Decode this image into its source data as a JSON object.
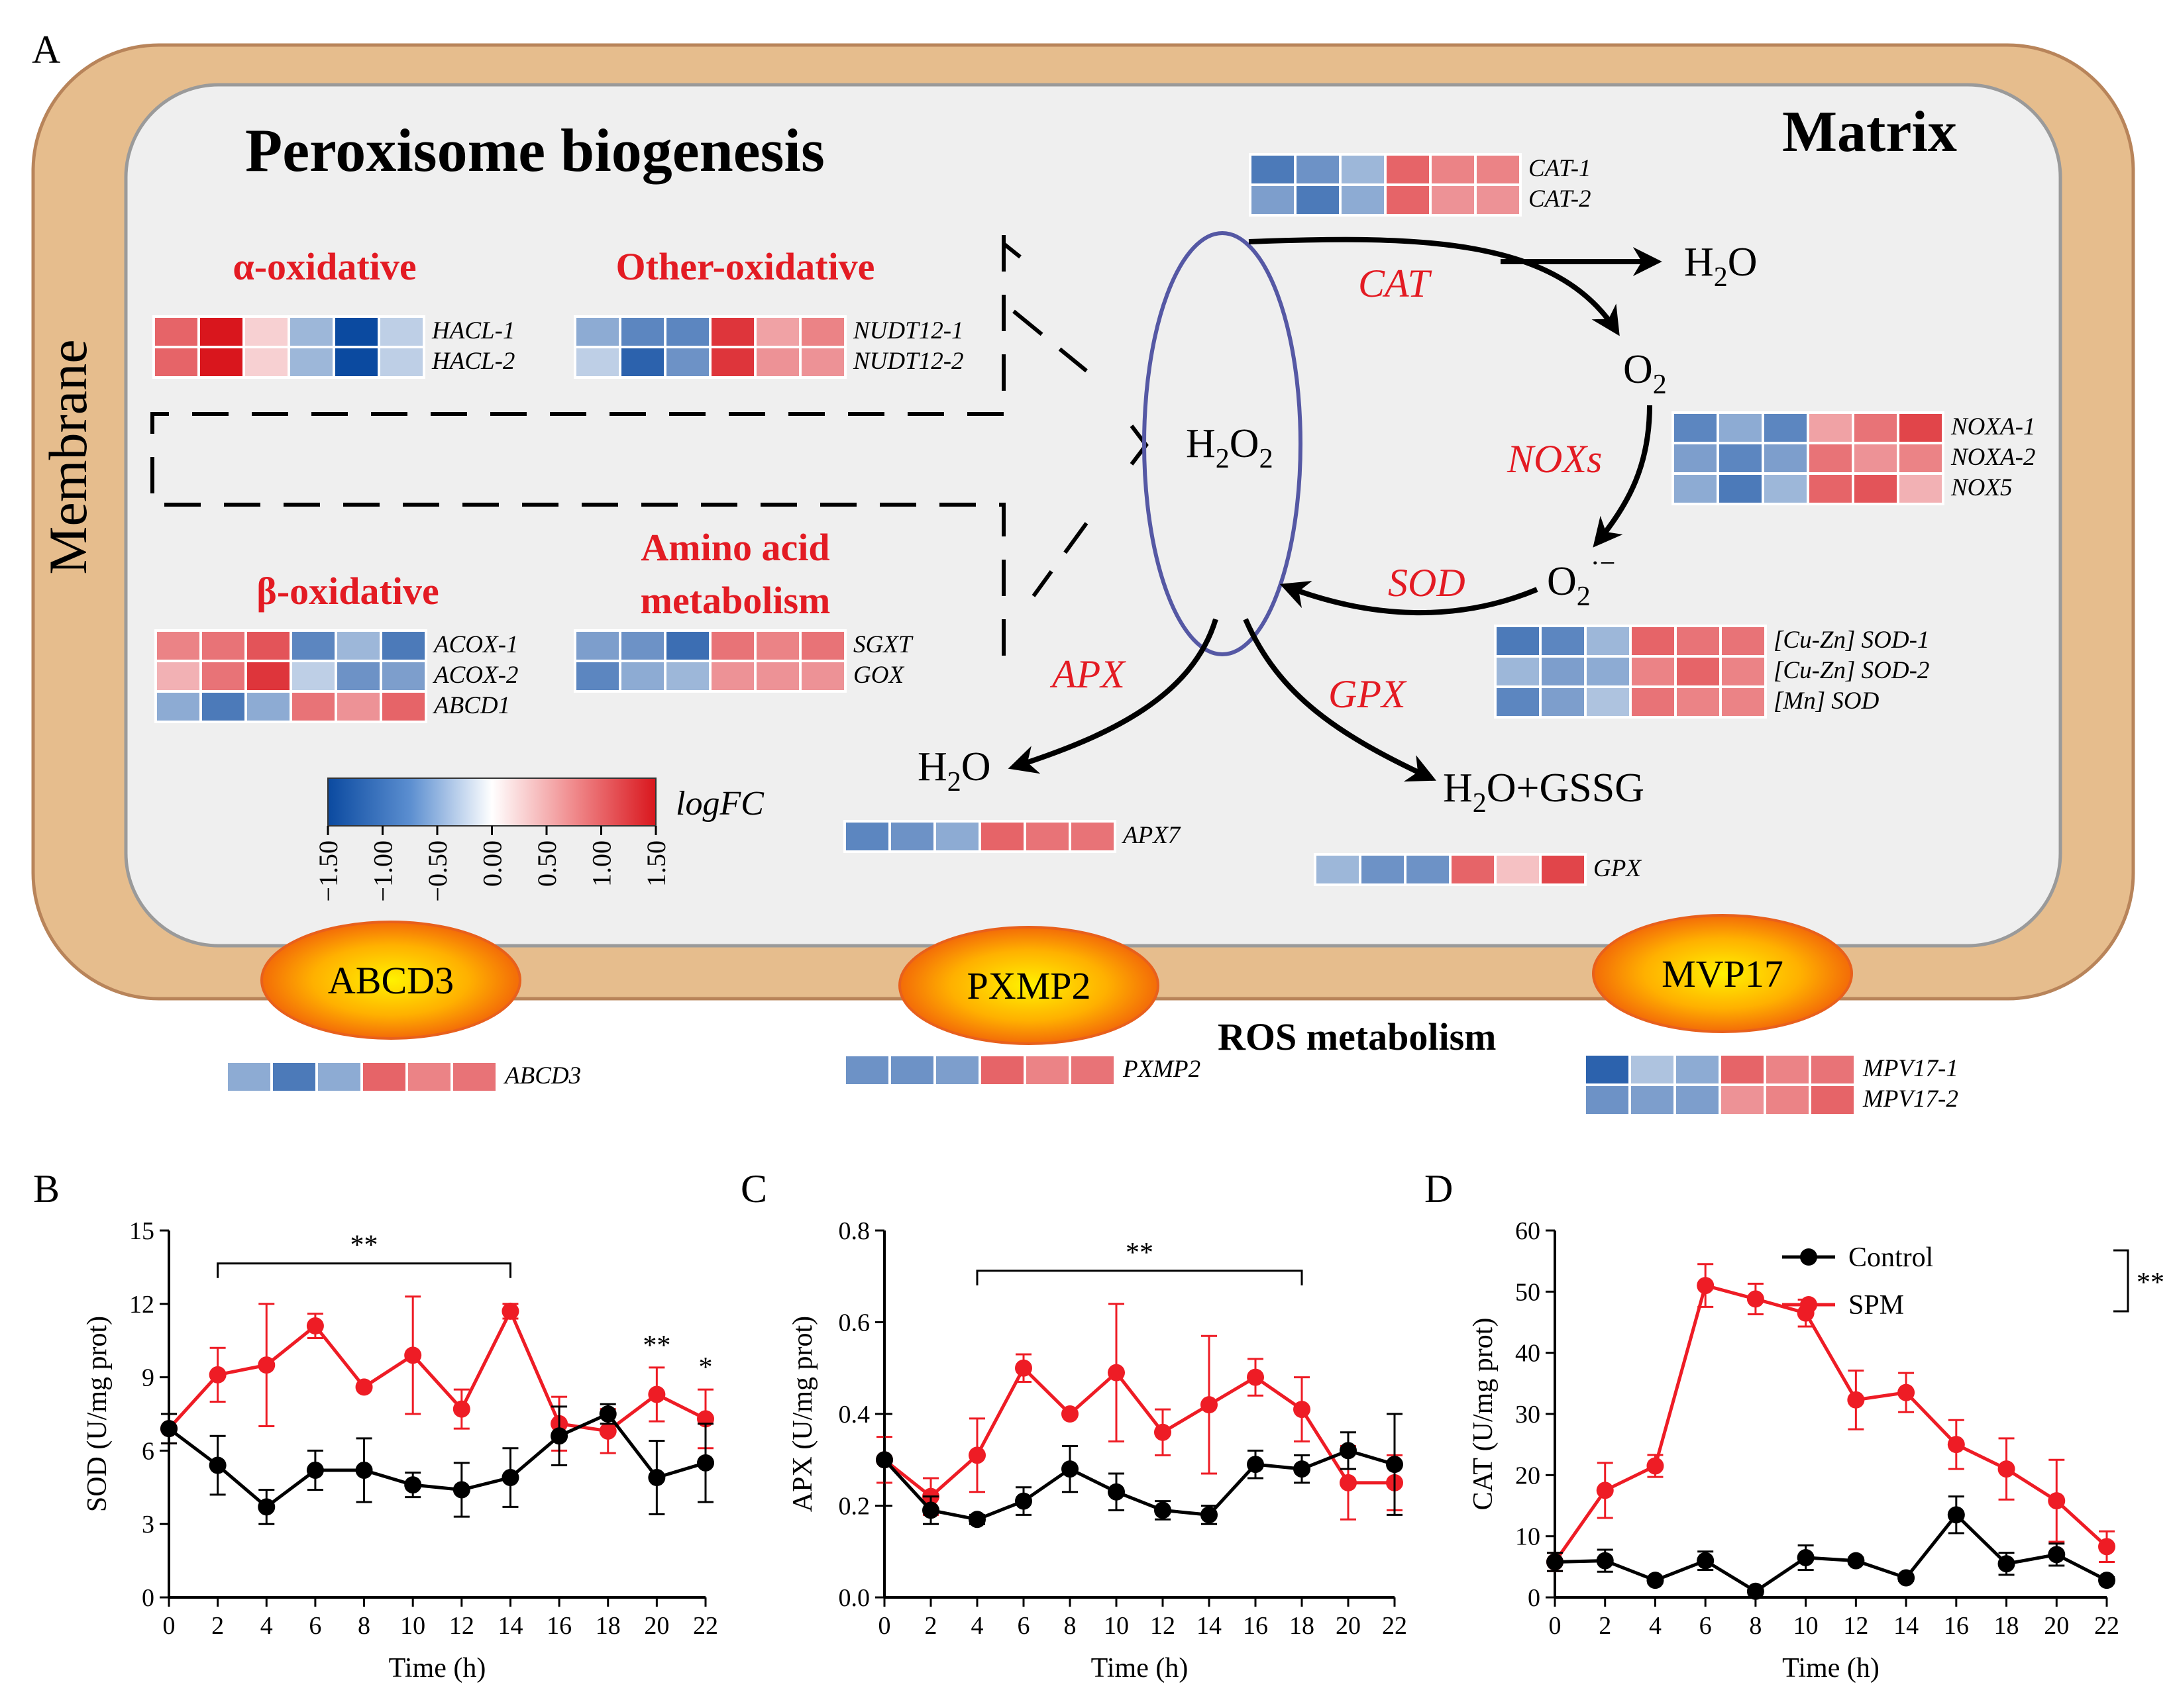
{
  "panel_labels": [
    "A",
    "B",
    "C",
    "D"
  ],
  "diagram": {
    "membrane_label": "Membrane",
    "title": "Peroxisome biogenesis",
    "matrix_label": "Matrix",
    "ros_label": "ROS metabolism",
    "groups": {
      "alpha": "α-oxidative",
      "other": "Other-oxidative",
      "beta": "β-oxidative",
      "amino_line1": "Amino acid",
      "amino_line2": "metabolism"
    },
    "enzymes": {
      "cat": "CAT",
      "noxs": "NOXs",
      "sod": "SOD",
      "apx": "APX",
      "gpx": "GPX"
    },
    "chemicals": {
      "h2o2": {
        "main": "H",
        "s1": "2",
        "mid": "O",
        "s2": "2"
      },
      "h2o_top": {
        "main": "H",
        "s1": "2",
        "end": "O"
      },
      "o2": {
        "main": "O",
        "s1": "2"
      },
      "o2_radical": {
        "main": "O",
        "s1": "2",
        "sup": "·−"
      },
      "h2o_bottom": {
        "main": "H",
        "s1": "2",
        "end": "O"
      },
      "h2o_gssg": {
        "main": "H",
        "s1": "2",
        "end": "O+GSSG"
      }
    },
    "transporters": [
      "ABCD3",
      "PXMP2",
      "MVP17"
    ],
    "colorbar": {
      "label": "logFC",
      "ticks": [
        "−1.50",
        "−1.00",
        "−0.50",
        "0.00",
        "0.50",
        "1.00",
        "1.50"
      ],
      "low_color": "#0b4aa0",
      "mid_color": "#ffffff",
      "high_color": "#d9161d"
    },
    "heatmaps": [
      {
        "id": "hm-hacl",
        "genes": [
          "HACL-1",
          "HACL-2"
        ],
        "values": [
          [
            1.0,
            1.5,
            0.3,
            -0.6,
            -1.5,
            -0.4
          ],
          [
            1.0,
            1.5,
            0.3,
            -0.6,
            -1.5,
            -0.4
          ]
        ]
      },
      {
        "id": "hm-nudt",
        "genes": [
          "NUDT12-1",
          "NUDT12-2"
        ],
        "values": [
          [
            -0.7,
            -1.0,
            -1.0,
            1.3,
            0.6,
            0.8
          ],
          [
            -0.4,
            -1.3,
            -0.9,
            1.3,
            0.7,
            0.7
          ]
        ]
      },
      {
        "id": "hm-cat",
        "genes": [
          "CAT-1",
          "CAT-2"
        ],
        "values": [
          [
            -1.1,
            -0.9,
            -0.6,
            1.0,
            0.8,
            0.8
          ],
          [
            -0.8,
            -1.1,
            -0.7,
            1.0,
            0.7,
            0.7
          ]
        ]
      },
      {
        "id": "hm-acox",
        "genes": [
          "ACOX-1",
          "ACOX-2",
          "ABCD1"
        ],
        "values": [
          [
            0.8,
            0.9,
            1.1,
            -1.0,
            -0.6,
            -1.1
          ],
          [
            0.5,
            0.9,
            1.3,
            -0.4,
            -0.9,
            -0.8
          ],
          [
            -0.7,
            -1.1,
            -0.7,
            0.9,
            0.7,
            1.0
          ]
        ]
      },
      {
        "id": "hm-sgxt",
        "genes": [
          "SGXT",
          "GOX"
        ],
        "values": [
          [
            -0.8,
            -0.9,
            -1.2,
            0.9,
            0.8,
            0.9
          ],
          [
            -1.0,
            -0.7,
            -0.6,
            0.7,
            0.7,
            0.7
          ]
        ]
      },
      {
        "id": "hm-nox",
        "genes": [
          "NOXA-1",
          "NOXA-2",
          "NOX5"
        ],
        "values": [
          [
            -1.0,
            -0.7,
            -1.0,
            0.6,
            0.9,
            1.2
          ],
          [
            -0.8,
            -1.0,
            -0.8,
            0.9,
            0.7,
            0.8
          ],
          [
            -0.7,
            -1.1,
            -0.6,
            1.0,
            1.1,
            0.5
          ]
        ]
      },
      {
        "id": "hm-sod",
        "genes": [
          "[Cu-Zn] SOD-1",
          "[Cu-Zn] SOD-2",
          "[Mn] SOD"
        ],
        "values": [
          [
            -1.1,
            -1.0,
            -0.6,
            1.0,
            0.9,
            0.9
          ],
          [
            -0.6,
            -0.8,
            -0.7,
            0.8,
            1.0,
            0.8
          ],
          [
            -1.0,
            -0.8,
            -0.5,
            0.9,
            0.8,
            0.8
          ]
        ]
      },
      {
        "id": "hm-apx",
        "genes": [
          "APX7"
        ],
        "values": [
          [
            -1.0,
            -0.9,
            -0.7,
            1.0,
            0.9,
            0.9
          ]
        ]
      },
      {
        "id": "hm-gpx",
        "genes": [
          "GPX"
        ],
        "values": [
          [
            -0.6,
            -0.9,
            -0.9,
            1.0,
            0.4,
            1.2
          ]
        ]
      },
      {
        "id": "hm-abcd3",
        "genes": [
          "ABCD3"
        ],
        "values": [
          [
            -0.7,
            -1.1,
            -0.7,
            1.0,
            0.8,
            0.9
          ]
        ]
      },
      {
        "id": "hm-pxmp2",
        "genes": [
          "PXMP2"
        ],
        "values": [
          [
            -0.9,
            -0.9,
            -0.8,
            1.0,
            0.8,
            0.9
          ]
        ]
      },
      {
        "id": "hm-mpv17",
        "genes": [
          "MPV17-1",
          "MPV17-2"
        ],
        "values": [
          [
            -1.3,
            -0.5,
            -0.7,
            1.0,
            0.8,
            0.9
          ],
          [
            -0.9,
            -0.8,
            -0.8,
            0.7,
            0.8,
            1.0
          ]
        ]
      }
    ]
  },
  "chart_data": [
    {
      "type": "line",
      "panel": "B",
      "title": "",
      "xlabel": "Time (h)",
      "ylabel": "SOD (U/mg prot)",
      "x": [
        0,
        2,
        4,
        6,
        8,
        10,
        12,
        14,
        16,
        18,
        20,
        22
      ],
      "xlim": [
        0,
        22
      ],
      "ylim": [
        0,
        15
      ],
      "yticks": [
        "0",
        "3",
        "6",
        "9",
        "12",
        "15"
      ],
      "grid": false,
      "series": [
        {
          "name": "Control",
          "color": "#000000",
          "values": [
            6.9,
            5.4,
            3.7,
            5.2,
            5.2,
            4.6,
            4.4,
            4.9,
            6.6,
            7.5,
            4.9,
            5.5
          ],
          "errors": [
            0.6,
            1.2,
            0.7,
            0.8,
            1.3,
            0.5,
            1.1,
            1.2,
            1.2,
            0.4,
            1.5,
            1.6
          ]
        },
        {
          "name": "SPM",
          "color": "#ee1c25",
          "values": [
            6.9,
            9.1,
            9.5,
            11.1,
            8.6,
            9.9,
            7.7,
            11.7,
            7.1,
            6.8,
            8.3,
            7.3
          ],
          "errors": [
            0.6,
            1.1,
            2.5,
            0.5,
            0.0,
            2.4,
            0.8,
            0.3,
            1.1,
            0.9,
            1.1,
            1.2
          ]
        }
      ],
      "annotations": [
        {
          "text": "**",
          "kind": "bracket",
          "from": 2,
          "to": 14
        },
        {
          "text": "**",
          "kind": "point",
          "at": 20
        },
        {
          "text": "*",
          "kind": "point",
          "at": 22
        }
      ]
    },
    {
      "type": "line",
      "panel": "C",
      "title": "",
      "xlabel": "Time (h)",
      "ylabel": "APX (U/mg prot)",
      "x": [
        0,
        2,
        4,
        6,
        8,
        10,
        12,
        14,
        16,
        18,
        20,
        22
      ],
      "xlim": [
        0,
        22
      ],
      "ylim": [
        0,
        0.8
      ],
      "yticks": [
        "0.0",
        "0.2",
        "0.4",
        "0.6",
        "0.8"
      ],
      "grid": false,
      "series": [
        {
          "name": "Control",
          "color": "#000000",
          "values": [
            0.3,
            0.19,
            0.17,
            0.21,
            0.28,
            0.23,
            0.19,
            0.18,
            0.29,
            0.28,
            0.32,
            0.29
          ],
          "errors": [
            0.1,
            0.03,
            0.01,
            0.03,
            0.05,
            0.04,
            0.02,
            0.02,
            0.03,
            0.03,
            0.04,
            0.11
          ]
        },
        {
          "name": "SPM",
          "color": "#ee1c25",
          "values": [
            0.3,
            0.22,
            0.31,
            0.5,
            0.4,
            0.49,
            0.36,
            0.42,
            0.48,
            0.41,
            0.25,
            0.25
          ],
          "errors": [
            0.05,
            0.04,
            0.08,
            0.03,
            0.0,
            0.15,
            0.05,
            0.15,
            0.04,
            0.07,
            0.08,
            0.06
          ]
        }
      ],
      "annotations": [
        {
          "text": "**",
          "kind": "bracket",
          "from": 4,
          "to": 18
        }
      ]
    },
    {
      "type": "line",
      "panel": "D",
      "title": "",
      "xlabel": "Time (h)",
      "ylabel": "CAT (U/mg prot)",
      "x": [
        0,
        2,
        4,
        6,
        8,
        10,
        12,
        14,
        16,
        18,
        20,
        22
      ],
      "xlim": [
        0,
        22
      ],
      "ylim": [
        0,
        60
      ],
      "yticks": [
        "0",
        "10",
        "20",
        "30",
        "40",
        "50",
        "60"
      ],
      "grid": false,
      "legend_position": "top-right",
      "series": [
        {
          "name": "Control",
          "color": "#000000",
          "values": [
            5.8,
            6.0,
            2.8,
            6.0,
            1.0,
            6.5,
            6.0,
            3.2,
            13.5,
            5.5,
            7.0,
            2.8
          ],
          "errors": [
            1.5,
            1.8,
            0.5,
            1.5,
            0.5,
            2.0,
            0.5,
            0.5,
            3.0,
            1.8,
            1.8,
            0.5
          ]
        },
        {
          "name": "SPM",
          "color": "#ee1c25",
          "values": [
            5.8,
            17.5,
            21.5,
            51.0,
            48.8,
            46.5,
            32.3,
            33.5,
            25.0,
            21.0,
            15.8,
            8.3
          ],
          "errors": [
            1.5,
            4.5,
            1.8,
            3.5,
            2.5,
            2.2,
            4.8,
            3.2,
            4.0,
            5.0,
            6.7,
            2.5
          ]
        }
      ],
      "annotations": [
        {
          "text": "**",
          "kind": "legend-bracket"
        }
      ]
    }
  ]
}
